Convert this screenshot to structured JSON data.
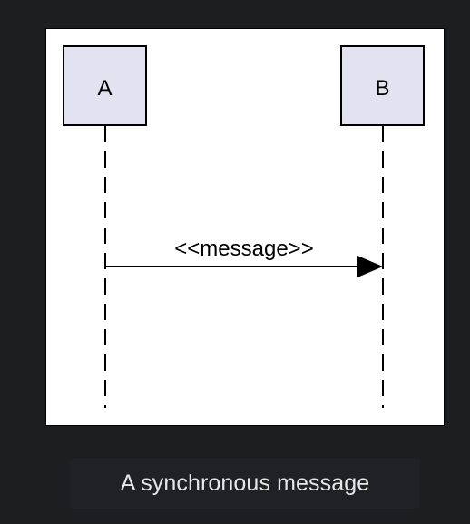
{
  "diagram": {
    "type": "sequence",
    "participants": [
      {
        "id": "A",
        "label": "A"
      },
      {
        "id": "B",
        "label": "B"
      }
    ],
    "messages": [
      {
        "from": "A",
        "to": "B",
        "label": "<<message>>",
        "kind": "synchronous"
      }
    ],
    "colors": {
      "participant_fill": "#e2e2f0",
      "line": "#000000",
      "background": "#ffffff"
    }
  },
  "caption": {
    "text": "A synchronous message"
  }
}
